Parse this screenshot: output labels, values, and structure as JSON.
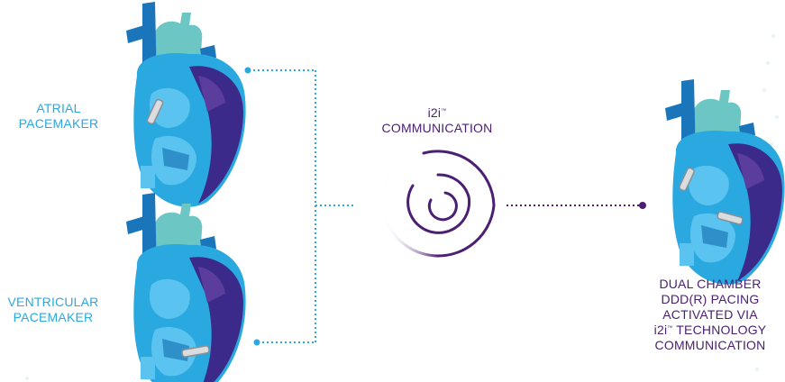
{
  "atrial_label": {
    "line1": "ATRIAL",
    "line2": "PACEMAKER"
  },
  "ventricular_label": {
    "line1": "VENTRICULAR",
    "line2": "PACEMAKER"
  },
  "communication_label": {
    "line1": "i2i",
    "tm": "™",
    "line2": "COMMUNICATION"
  },
  "result_label": {
    "line1": "DUAL CHAMBER",
    "line2": "DDD(R) PACING",
    "line3": "ACTIVATED VIA",
    "line4_prefix": "i2i",
    "line4_tm": "™",
    "line4_suffix": " TECHNOLOGY",
    "line5": "COMMUNICATION"
  },
  "colors": {
    "blue": "#29a9e0",
    "purple": "#4b2072",
    "teal": "#6cc7c4",
    "deep_blue": "#1b75bb",
    "light_blue": "#5bc3ef",
    "violet": "#3b2a8a"
  },
  "icons": {
    "heart_atrial": "heart-with-atrial-pacemaker",
    "heart_ventricular": "heart-with-ventricular-pacemaker",
    "heart_dual": "heart-with-dual-pacemakers",
    "signal": "concentric-signal-icon"
  }
}
